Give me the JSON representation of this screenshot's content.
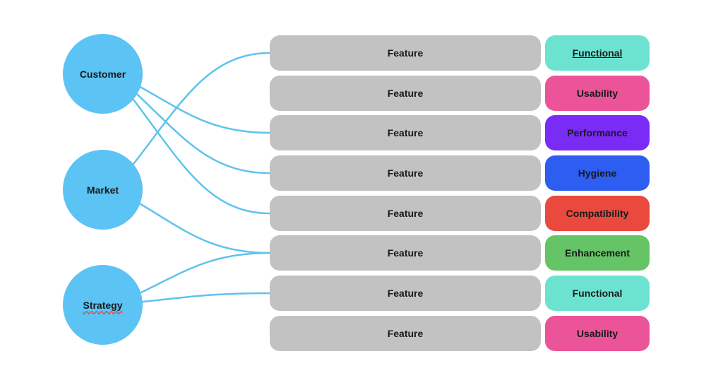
{
  "sources": [
    {
      "id": "customer",
      "label": "Customer"
    },
    {
      "id": "market",
      "label": "Market"
    },
    {
      "id": "strategy",
      "label": "Strategy"
    }
  ],
  "features": [
    {
      "label": "Feature",
      "tag": "Functional",
      "color": "#6ce3d1"
    },
    {
      "label": "Feature",
      "tag": "Usability",
      "color": "#ec549a"
    },
    {
      "label": "Feature",
      "tag": "Performance",
      "color": "#7a2bf6"
    },
    {
      "label": "Feature",
      "tag": "Hygiene",
      "color": "#2e5ef1"
    },
    {
      "label": "Feature",
      "tag": "Compatibility",
      "color": "#ea4a3e"
    },
    {
      "label": "Feature",
      "tag": "Enhancement",
      "color": "#65c566"
    },
    {
      "label": "Feature",
      "tag": "Functional",
      "color": "#6ce3d1"
    },
    {
      "label": "Feature",
      "tag": "Usability",
      "color": "#ec549a"
    }
  ],
  "links": [
    {
      "from": "market",
      "to": 0
    },
    {
      "from": "customer",
      "to": 2
    },
    {
      "from": "customer",
      "to": 3
    },
    {
      "from": "customer",
      "to": 4
    },
    {
      "from": "market",
      "to": 5
    },
    {
      "from": "strategy",
      "to": 5
    },
    {
      "from": "strategy",
      "to": 6
    }
  ],
  "colors": {
    "connector": "#5ec3ee",
    "source": "#5cc3f5",
    "feature": "#c2c2c2"
  }
}
